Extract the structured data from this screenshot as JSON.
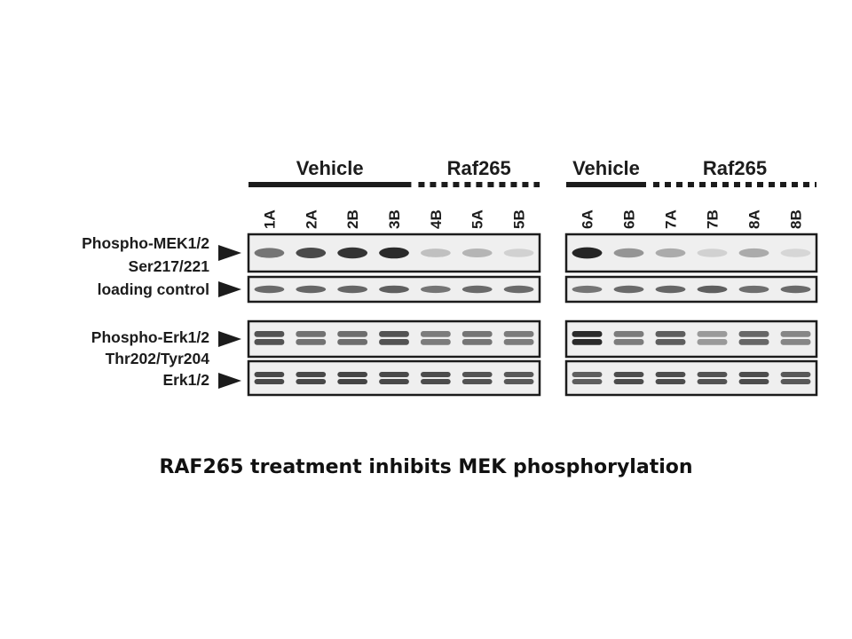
{
  "figure": {
    "caption": "RAF265 treatment inhibits MEK phosphorylation",
    "row_labels": {
      "phospho_mek": "Phospho-MEK1/2",
      "phospho_mek_site": "Ser217/221",
      "loading_control": "loading control",
      "phospho_erk": "Phospho-Erk1/2",
      "phospho_erk_site": "Thr202/Tyr204",
      "erk": "Erk1/2"
    },
    "panels": [
      {
        "groups": [
          {
            "label": "Vehicle",
            "line": "solid"
          },
          {
            "label": "Raf265",
            "line": "dotted"
          }
        ],
        "lanes": [
          "1A",
          "2A",
          "2B",
          "3B",
          "4B",
          "5A",
          "5B"
        ]
      },
      {
        "groups": [
          {
            "label": "Vehicle",
            "line": "solid"
          },
          {
            "label": "Raf265",
            "line": "dotted"
          }
        ],
        "lanes": [
          "6A",
          "6B",
          "7A",
          "7B",
          "8A",
          "8B"
        ]
      }
    ],
    "band_intensity": {
      "phospho_mek": [
        [
          0.55,
          0.75,
          0.85,
          0.9,
          0.2,
          0.25,
          0.12
        ],
        [
          0.92,
          0.4,
          0.3,
          0.12,
          0.3,
          0.1
        ]
      ],
      "loading_control": [
        [
          0.6,
          0.62,
          0.62,
          0.65,
          0.55,
          0.6,
          0.6
        ],
        [
          0.55,
          0.6,
          0.62,
          0.65,
          0.58,
          0.6
        ]
      ],
      "phospho_erk": [
        [
          0.75,
          0.6,
          0.62,
          0.75,
          0.55,
          0.58,
          0.55
        ],
        [
          0.95,
          0.55,
          0.7,
          0.4,
          0.65,
          0.5
        ]
      ],
      "erk": [
        [
          0.8,
          0.8,
          0.82,
          0.8,
          0.78,
          0.75,
          0.72
        ],
        [
          0.7,
          0.78,
          0.78,
          0.75,
          0.78,
          0.72
        ]
      ]
    },
    "colors": {
      "ink": "#1c1c1c",
      "membrane": "#efefef",
      "background": "#ffffff"
    }
  }
}
